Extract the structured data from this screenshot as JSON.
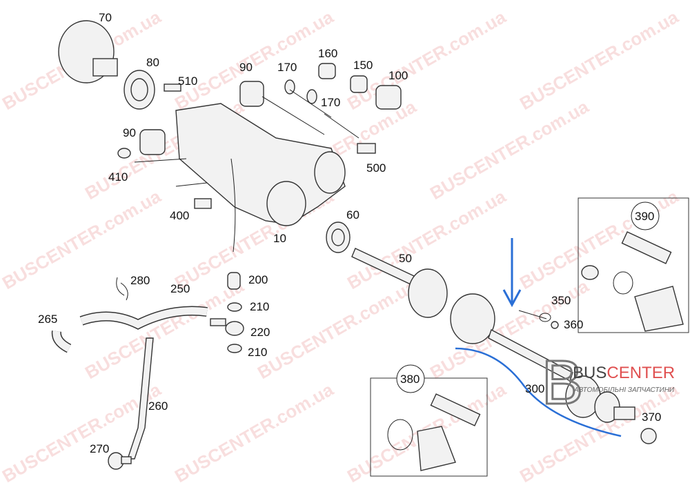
{
  "diagram": {
    "part_labels": {
      "p70": "70",
      "p80": "80",
      "p510": "510",
      "p90a": "90",
      "p170a": "170",
      "p160": "160",
      "p150": "150",
      "p100": "100",
      "p170b": "170",
      "p90b": "90",
      "p410": "410",
      "p500": "500",
      "p400": "400",
      "p10": "10",
      "p60": "60",
      "p50": "50",
      "p280": "280",
      "p250": "250",
      "p200": "200",
      "p210a": "210",
      "p220": "220",
      "p210b": "210",
      "p265": "265",
      "p260": "260",
      "p270": "270",
      "p350": "350",
      "p360": "360",
      "p390": "390",
      "p380": "380",
      "p300": "300",
      "p370": "370"
    },
    "watermark": "BUSCENTER.com.ua",
    "logo": {
      "brand_a": "BUS",
      "brand_b": "CENTER",
      "subtitle": "АВТОМОБІЛЬНІ ЗАПЧАСТИНИ"
    },
    "colors": {
      "annotation": "#2a6fd6",
      "brand": "#e05050"
    }
  }
}
